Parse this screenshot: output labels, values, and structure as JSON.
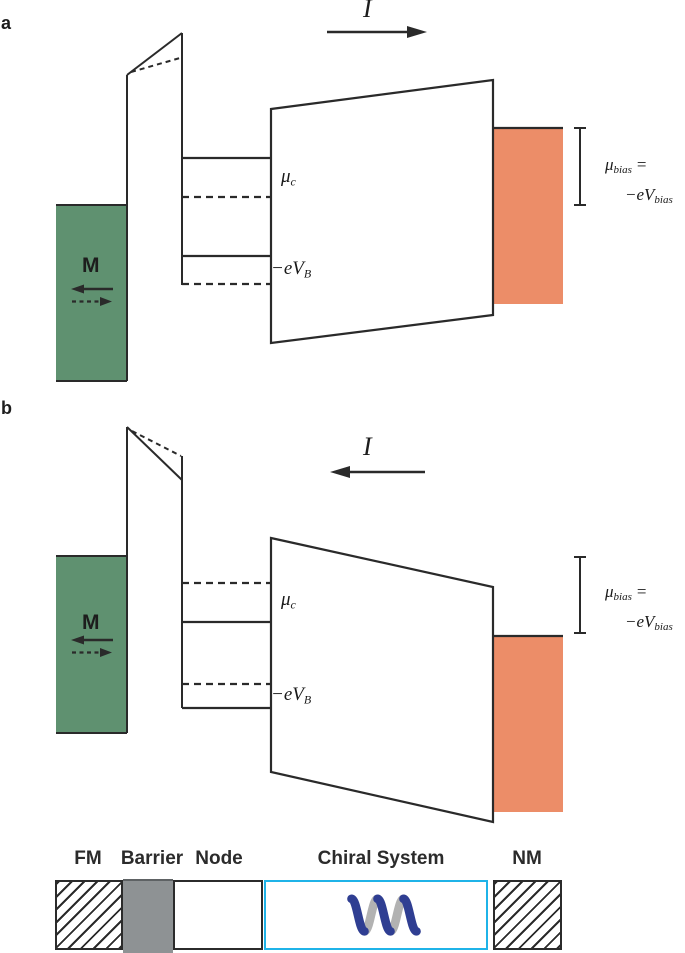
{
  "figure": {
    "panels": {
      "a": {
        "panel_label": "a",
        "current_label": "I",
        "magnetization_label": "M",
        "mu_c": {
          "main": "μ",
          "sub": "c"
        },
        "ev_b": {
          "main": "−eV",
          "sub": "B"
        },
        "bias": {
          "mu": "μ",
          "mu_sub": "bias",
          "eq": "=",
          "val": "−eV",
          "val_sub": "bias"
        }
      },
      "b": {
        "panel_label": "b",
        "current_label": "I",
        "magnetization_label": "M",
        "mu_c": {
          "main": "μ",
          "sub": "c"
        },
        "ev_b": {
          "main": "−eV",
          "sub": "B"
        },
        "bias": {
          "mu": "μ",
          "mu_sub": "bias",
          "eq": "=",
          "val": "−eV",
          "val_sub": "bias"
        }
      }
    },
    "legend": {
      "items": [
        {
          "label": "FM",
          "style": "hatched"
        },
        {
          "label": "Barrier",
          "style": "solid-gray"
        },
        {
          "label": "Node",
          "style": "white"
        },
        {
          "label": "Chiral System",
          "style": "cyan-outline-with-helix"
        },
        {
          "label": "NM",
          "style": "hatched"
        }
      ]
    }
  },
  "colors": {
    "line": "#2a2a2a",
    "fm_green": "#5f9170",
    "nm_orange": "#ec8d68",
    "barrier_gray": "#8e9294",
    "chiral_cyan": "#1fb3e8",
    "helix_blue": "#2f3e92",
    "helix_gray": "#b2b2b2",
    "hatch_black": "#2b2b2b"
  }
}
